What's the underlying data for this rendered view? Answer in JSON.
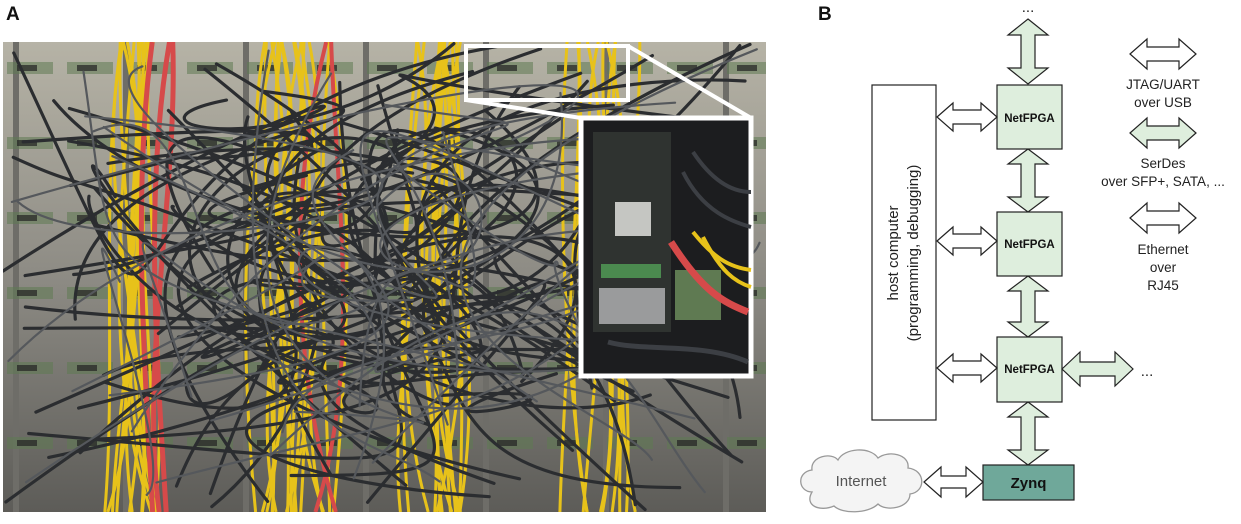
{
  "panels": {
    "a_label": "A",
    "b_label": "B"
  },
  "photo": {
    "subject": "netfpga-cluster-cabling-photo",
    "colors": {
      "rack_background": "#8c8c88",
      "black_cable": "#2b2d30",
      "yellow_cable": "#e7c21a",
      "red_cable": "#d64a4a",
      "pcb_green": "#5f7a52",
      "inset_frame": "#ffffff"
    }
  },
  "diagram": {
    "host_box_label_line1": "host computer",
    "host_box_label_line2": "(programming, debugging)",
    "netfpga_label": "NetFPGA",
    "zynq_label": "Zynq",
    "internet_label": "Internet",
    "top_ellipsis": "...",
    "right_ellipsis": "...",
    "legend": {
      "jtag_line1": "JTAG/UART",
      "jtag_line2": "over USB",
      "serdes_line1": "SerDes",
      "serdes_line2": "over SFP+, SATA, ...",
      "ethernet_line1": "Ethernet",
      "ethernet_line2": "over",
      "ethernet_line3": "RJ45"
    },
    "colors": {
      "netfpga_fill": "#deeedd",
      "zynq_fill": "#6fa89a",
      "serdes_arrow_fill": "#deeedd",
      "usb_arrow_fill": "#ffffff",
      "ethernet_arrow_fill": "#ffffff",
      "stroke": "#222222",
      "cloud_fill": "#f4f4f4",
      "cloud_stroke": "#999999",
      "internet_text": "#555555"
    }
  }
}
